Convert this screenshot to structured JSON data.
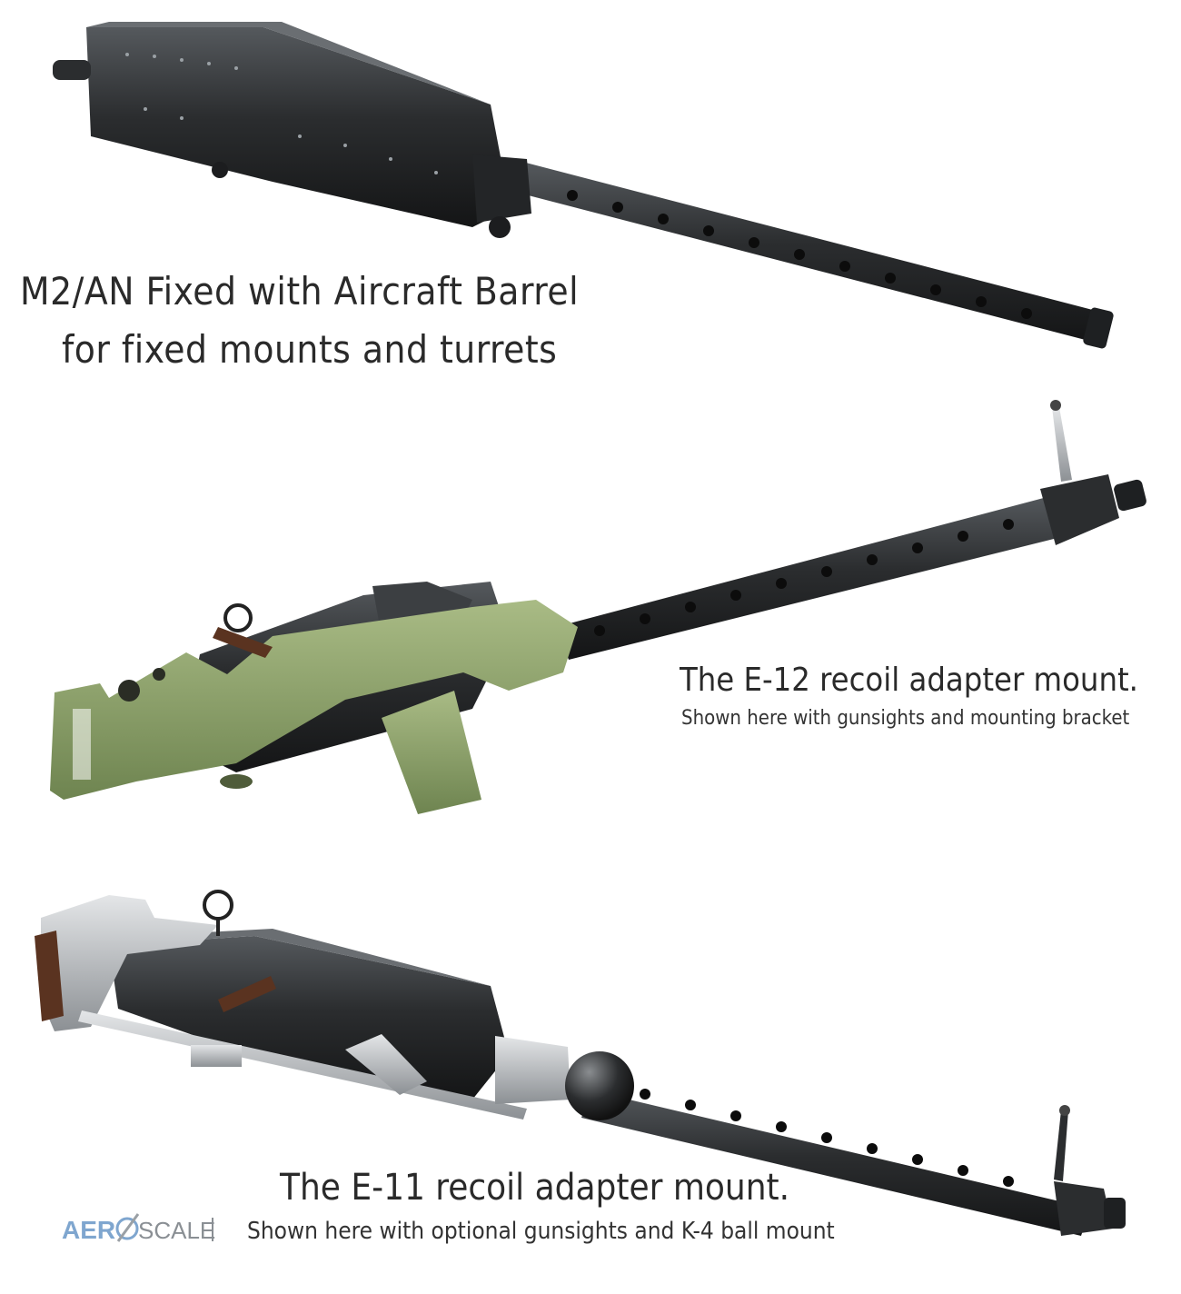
{
  "captions": {
    "m2_title_line1": "M2/AN Fixed with Aircraft Barrel",
    "m2_title_line2": "for fixed mounts and turrets",
    "e12_title": "The E-12 recoil adapter mount.",
    "e12_sub": "Shown here with gunsights and mounting bracket",
    "e11_title": "The E-11 recoil adapter mount.",
    "e11_sub": "Shown here with optional gunsights and K-4 ball mount"
  },
  "logo": {
    "part1": "AER",
    "part2": "SCALE"
  },
  "colors": {
    "gun_metal": "#2b2d2f",
    "olive_mount": "#8fa36a",
    "silver_mount": "#b9bcbf",
    "wood_grip": "#5a3320",
    "logo_blue": "#7fa6cf"
  }
}
